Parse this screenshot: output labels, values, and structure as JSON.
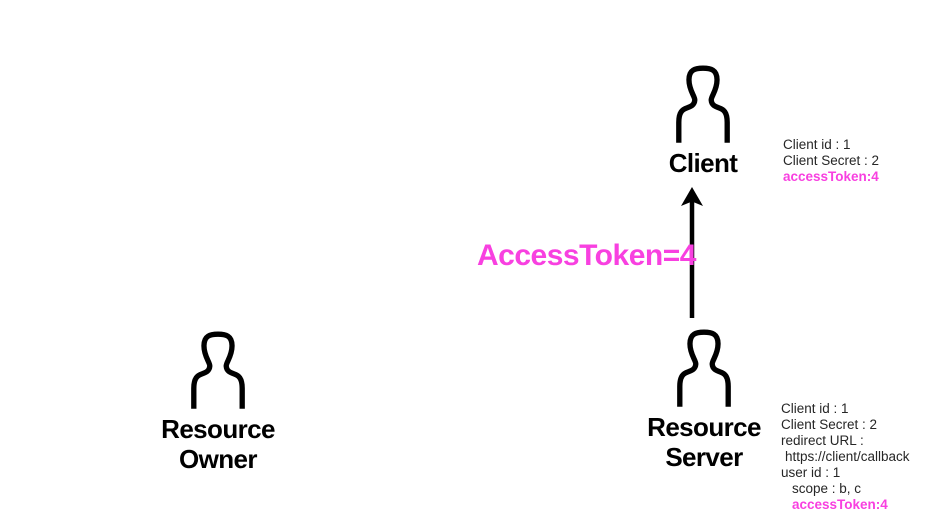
{
  "colors": {
    "ink": "#000000",
    "text-dark": "#262626",
    "accent": "#f840e0"
  },
  "actors": {
    "client": {
      "label": "Client"
    },
    "resource_owner": {
      "label": "Resource\nOwner"
    },
    "resource_server": {
      "label": "Resource\nServer"
    }
  },
  "client_info": {
    "lines": [
      {
        "text": "Client id : 1"
      },
      {
        "text": "Client Secret : 2"
      },
      {
        "text": "accessToken:4"
      }
    ]
  },
  "server_info": {
    "lines": [
      {
        "text": "Client id : 1"
      },
      {
        "text": "Client Secret : 2"
      },
      {
        "text": "redirect URL :"
      },
      {
        "text": "https://client/callback"
      },
      {
        "text": "user id : 1"
      },
      {
        "text": "scope : b, c"
      },
      {
        "text": "accessToken:4"
      }
    ]
  },
  "flow": {
    "arrow_label": "AccessToken=4"
  }
}
